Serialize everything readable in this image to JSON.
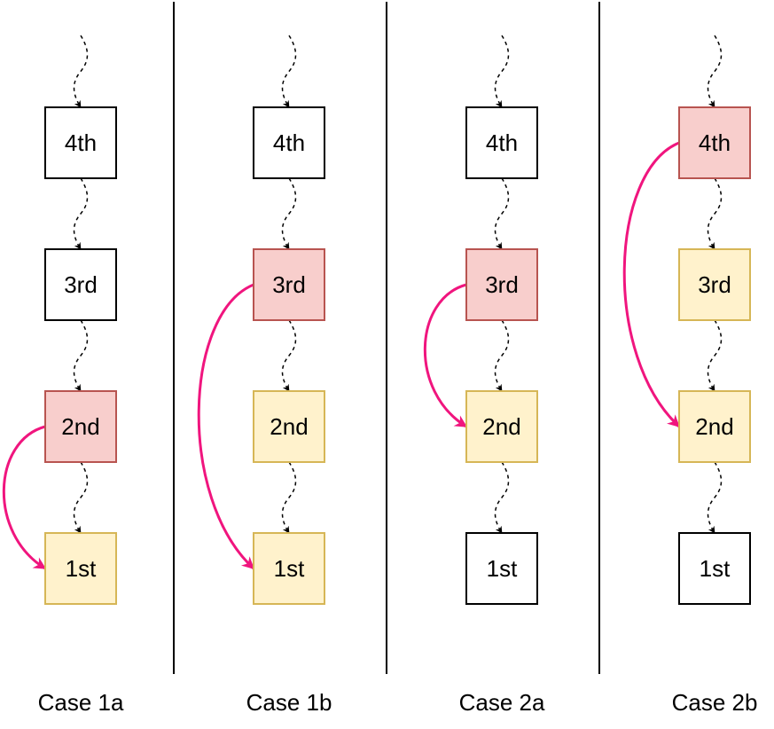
{
  "colors": {
    "white_fill": "#ffffff",
    "white_stroke": "#000000",
    "red_fill": "#f8cecc",
    "red_stroke": "#b85450",
    "yellow_fill": "#fff2cc",
    "yellow_stroke": "#d6b656",
    "arrow": "#f0157e"
  },
  "cases": [
    {
      "label": "Case 1a",
      "nodes": [
        {
          "label": "4th",
          "style": "white"
        },
        {
          "label": "3rd",
          "style": "white"
        },
        {
          "label": "2nd",
          "style": "red"
        },
        {
          "label": "1st",
          "style": "yellow"
        }
      ],
      "arrow": {
        "from": "2nd",
        "to": "1st"
      }
    },
    {
      "label": "Case 1b",
      "nodes": [
        {
          "label": "4th",
          "style": "white"
        },
        {
          "label": "3rd",
          "style": "red"
        },
        {
          "label": "2nd",
          "style": "yellow"
        },
        {
          "label": "1st",
          "style": "yellow"
        }
      ],
      "arrow": {
        "from": "3rd",
        "to": "1st"
      }
    },
    {
      "label": "Case 2a",
      "nodes": [
        {
          "label": "4th",
          "style": "white"
        },
        {
          "label": "3rd",
          "style": "red"
        },
        {
          "label": "2nd",
          "style": "yellow"
        },
        {
          "label": "1st",
          "style": "white"
        }
      ],
      "arrow": {
        "from": "3rd",
        "to": "2nd"
      }
    },
    {
      "label": "Case 2b",
      "nodes": [
        {
          "label": "4th",
          "style": "red"
        },
        {
          "label": "3rd",
          "style": "yellow"
        },
        {
          "label": "2nd",
          "style": "yellow"
        },
        {
          "label": "1st",
          "style": "white"
        }
      ],
      "arrow": {
        "from": "4th",
        "to": "2nd"
      }
    }
  ]
}
